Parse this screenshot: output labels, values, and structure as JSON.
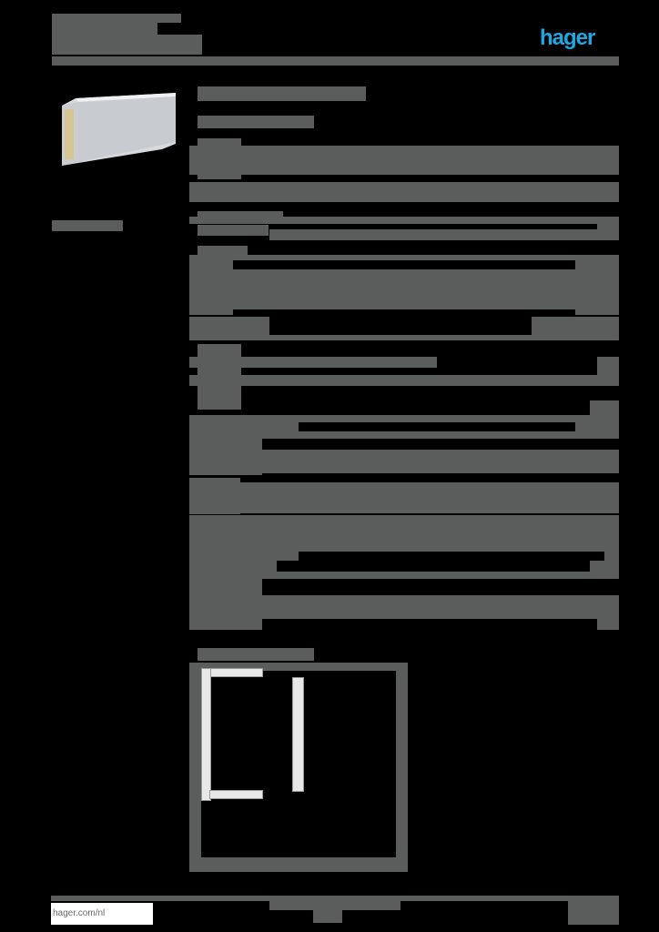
{
  "header": {
    "brand_logo_text": "hager",
    "brand_color": "#1ea7e1"
  },
  "product": {
    "image_alt": "cable trunking product image"
  },
  "footer": {
    "website": "hager.com/nl"
  },
  "colors": {
    "background": "#000000",
    "redacted_block": "#5b5c5c",
    "accent": "#1ea7e1"
  }
}
